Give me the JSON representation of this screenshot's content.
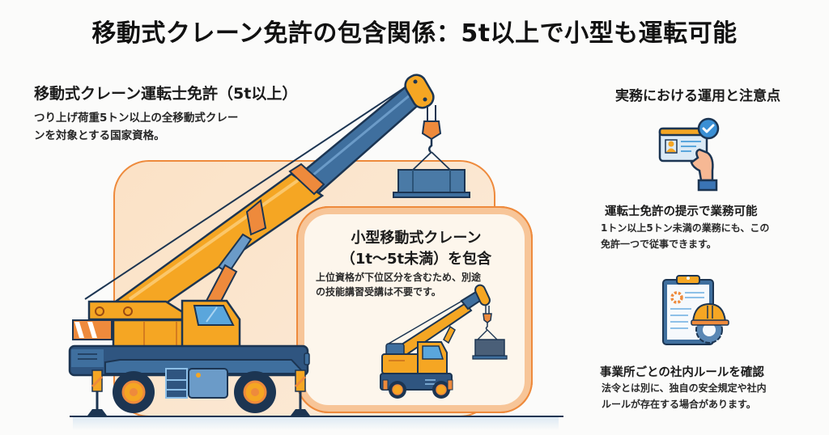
{
  "title": "移動式クレーン免許の包含関係：5t以上で小型も運転可能",
  "main_license": {
    "heading": "移動式クレーン運転士免許（5t以上）",
    "description_line1": "つり上げ荷重5トン以上の全移動式クレー",
    "description_line2": "ンを対象とする国家資格。"
  },
  "small_license": {
    "heading_line1": "小型移動式クレーン",
    "heading_line2": "（1t〜5t未満）を包含",
    "description_line1": "上位資格が下位区分を含むため、別途",
    "description_line2": "の技能講習受講は不要です。"
  },
  "practice": {
    "title": "実務における運用と注意点",
    "items": [
      {
        "icon": "id-card-check-icon",
        "heading": "運転士免許の提示で業務可能",
        "description_line1": "1トン以上5トン未満の業務にも、この",
        "description_line2": "免許一つで従事できます。"
      },
      {
        "icon": "clipboard-helmet-icon",
        "heading": "事業所ごとの社内ルールを確認",
        "description_line1": "法令とは別に、独自の安全規定や社内",
        "description_line2": "ルールが存在する場合があります。"
      }
    ]
  },
  "colors": {
    "crane_orange": "#f5a623",
    "crane_blue": "#3f6f9e",
    "outline_navy": "#1c3552",
    "box_border_orange": "#ee8a3c",
    "box_fill_peach": "#fbe3c8",
    "check_blue": "#3a8fd4"
  }
}
